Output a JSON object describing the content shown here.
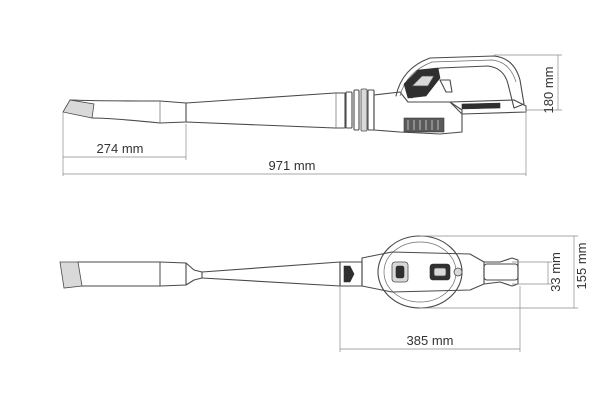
{
  "dimensions": {
    "side_nozzle_length": "274 mm",
    "side_total_length": "971 mm",
    "side_height": "180 mm",
    "top_body_length": "385 mm",
    "top_handle_width": "33 mm",
    "top_total_width": "155 mm"
  }
}
